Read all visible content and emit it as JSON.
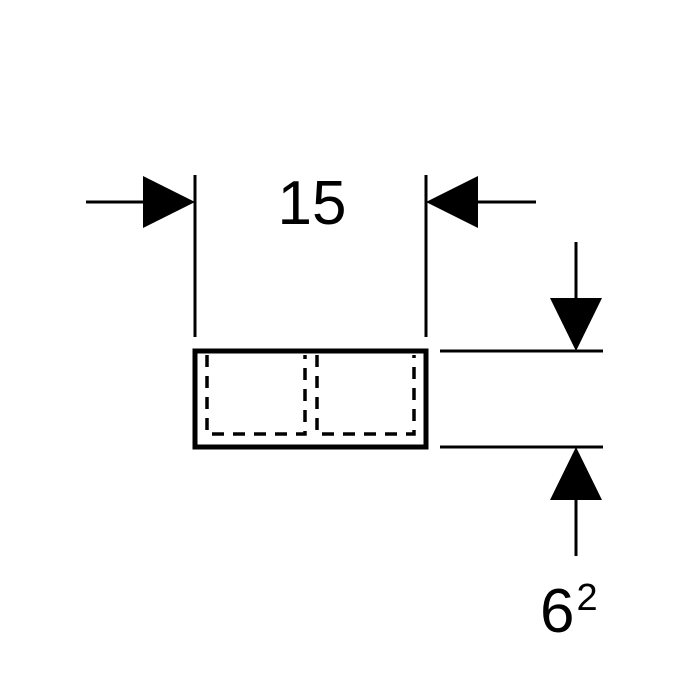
{
  "dimensions": {
    "width_label": "15",
    "height_label_base": "6",
    "height_label_superscript": "2"
  },
  "colors": {
    "line": "#000000",
    "background": "#ffffff"
  }
}
